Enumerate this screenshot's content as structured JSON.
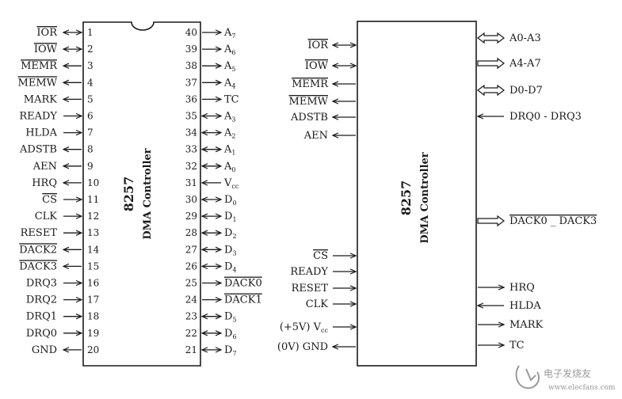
{
  "left_chip": {
    "title": "8257",
    "subtitle": "DMA Controller",
    "left_pins": [
      {
        "num": "1",
        "name": "IOR",
        "overline": true,
        "dir": "bi"
      },
      {
        "num": "2",
        "name": "IOW",
        "overline": true,
        "dir": "bi"
      },
      {
        "num": "3",
        "name": "MEMR",
        "overline": true,
        "dir": "out"
      },
      {
        "num": "4",
        "name": "MEMW",
        "overline": true,
        "dir": "out"
      },
      {
        "num": "5",
        "name": "MARK",
        "dir": "out"
      },
      {
        "num": "6",
        "name": "READY",
        "dir": "in"
      },
      {
        "num": "7",
        "name": "HLDA",
        "dir": "in"
      },
      {
        "num": "8",
        "name": "ADSTB",
        "dir": "out"
      },
      {
        "num": "9",
        "name": "AEN",
        "dir": "out"
      },
      {
        "num": "10",
        "name": "HRQ",
        "dir": "out"
      },
      {
        "num": "11",
        "name": "CS",
        "overline": true,
        "dir": "in"
      },
      {
        "num": "12",
        "name": "CLK",
        "dir": "in"
      },
      {
        "num": "13",
        "name": "RESET",
        "dir": "in"
      },
      {
        "num": "14",
        "name": "DACK2",
        "overline": true,
        "dir": "out"
      },
      {
        "num": "15",
        "name": "DACK3",
        "overline": true,
        "dir": "out"
      },
      {
        "num": "16",
        "name": "DRQ3",
        "dir": "in"
      },
      {
        "num": "17",
        "name": "DRQ2",
        "dir": "in"
      },
      {
        "num": "18",
        "name": "DRQ1",
        "dir": "in"
      },
      {
        "num": "19",
        "name": "DRQ0",
        "dir": "in"
      },
      {
        "num": "20",
        "name": "GND",
        "dir": "out"
      }
    ],
    "right_pins": [
      {
        "num": "40",
        "name": "A",
        "sub": "7",
        "dir": "out"
      },
      {
        "num": "39",
        "name": "A",
        "sub": "6",
        "dir": "out"
      },
      {
        "num": "38",
        "name": "A",
        "sub": "5",
        "dir": "out"
      },
      {
        "num": "37",
        "name": "A",
        "sub": "4",
        "dir": "out"
      },
      {
        "num": "36",
        "name": "TC",
        "dir": "out"
      },
      {
        "num": "35",
        "name": "A",
        "sub": "3",
        "dir": "bi"
      },
      {
        "num": "34",
        "name": "A",
        "sub": "2",
        "dir": "bi"
      },
      {
        "num": "33",
        "name": "A",
        "sub": "1",
        "dir": "bi"
      },
      {
        "num": "32",
        "name": "A",
        "sub": "0",
        "dir": "bi"
      },
      {
        "num": "31",
        "name": "V",
        "sub": "cc",
        "dir": "in"
      },
      {
        "num": "30",
        "name": "D",
        "sub": "0",
        "dir": "bi"
      },
      {
        "num": "29",
        "name": "D",
        "sub": "1",
        "dir": "bi"
      },
      {
        "num": "28",
        "name": "D",
        "sub": "2",
        "dir": "bi"
      },
      {
        "num": "27",
        "name": "D",
        "sub": "3",
        "dir": "bi"
      },
      {
        "num": "26",
        "name": "D",
        "sub": "4",
        "dir": "bi"
      },
      {
        "num": "25",
        "name": "DACK0",
        "overline": true,
        "dir": "out"
      },
      {
        "num": "24",
        "name": "DACK1",
        "overline": true,
        "dir": "out"
      },
      {
        "num": "23",
        "name": "D",
        "sub": "5",
        "dir": "bi"
      },
      {
        "num": "22",
        "name": "D",
        "sub": "6",
        "dir": "bi"
      },
      {
        "num": "21",
        "name": "D",
        "sub": "7",
        "dir": "bi"
      }
    ]
  },
  "right_chip": {
    "title": "8257",
    "subtitle": "DMA Controller",
    "left_signals": [
      {
        "name": "IOR",
        "overline": true,
        "dir": "bi"
      },
      {
        "name": "IOW",
        "overline": true,
        "dir": "bi"
      },
      {
        "name": "MEMR",
        "overline": true,
        "dir": "out"
      },
      {
        "name": "MEMW",
        "overline": true,
        "dir": "out"
      },
      {
        "name": "ADSTB",
        "dir": "out"
      },
      {
        "name": "AEN",
        "dir": "out"
      },
      {
        "name": "CS",
        "overline": true,
        "dir": "in"
      },
      {
        "name": "READY",
        "dir": "in"
      },
      {
        "name": "RESET",
        "dir": "in"
      },
      {
        "name": "CLK",
        "dir": "in"
      },
      {
        "name": "(+5V) V",
        "sub": "cc",
        "dir": "in"
      },
      {
        "name": "(0V) GND",
        "dir": "out"
      }
    ],
    "right_signals": [
      {
        "name": "A0-A3",
        "dir": "bus-bi"
      },
      {
        "name": "A4-A7",
        "dir": "bus-out"
      },
      {
        "name": "D0-D7",
        "dir": "bus-bi"
      },
      {
        "name": "DRQ0 - DRQ3",
        "dir": "in"
      },
      {
        "name": "DACK0 _ DACK3",
        "overline": true,
        "dir": "bus-out"
      },
      {
        "name": "HRQ",
        "dir": "out"
      },
      {
        "name": "HLDA",
        "dir": "in"
      },
      {
        "name": "MARK",
        "dir": "out"
      },
      {
        "name": "TC",
        "dir": "out"
      }
    ]
  },
  "watermark": "电子发烧友",
  "watermark_url": "www.elecfans.com"
}
